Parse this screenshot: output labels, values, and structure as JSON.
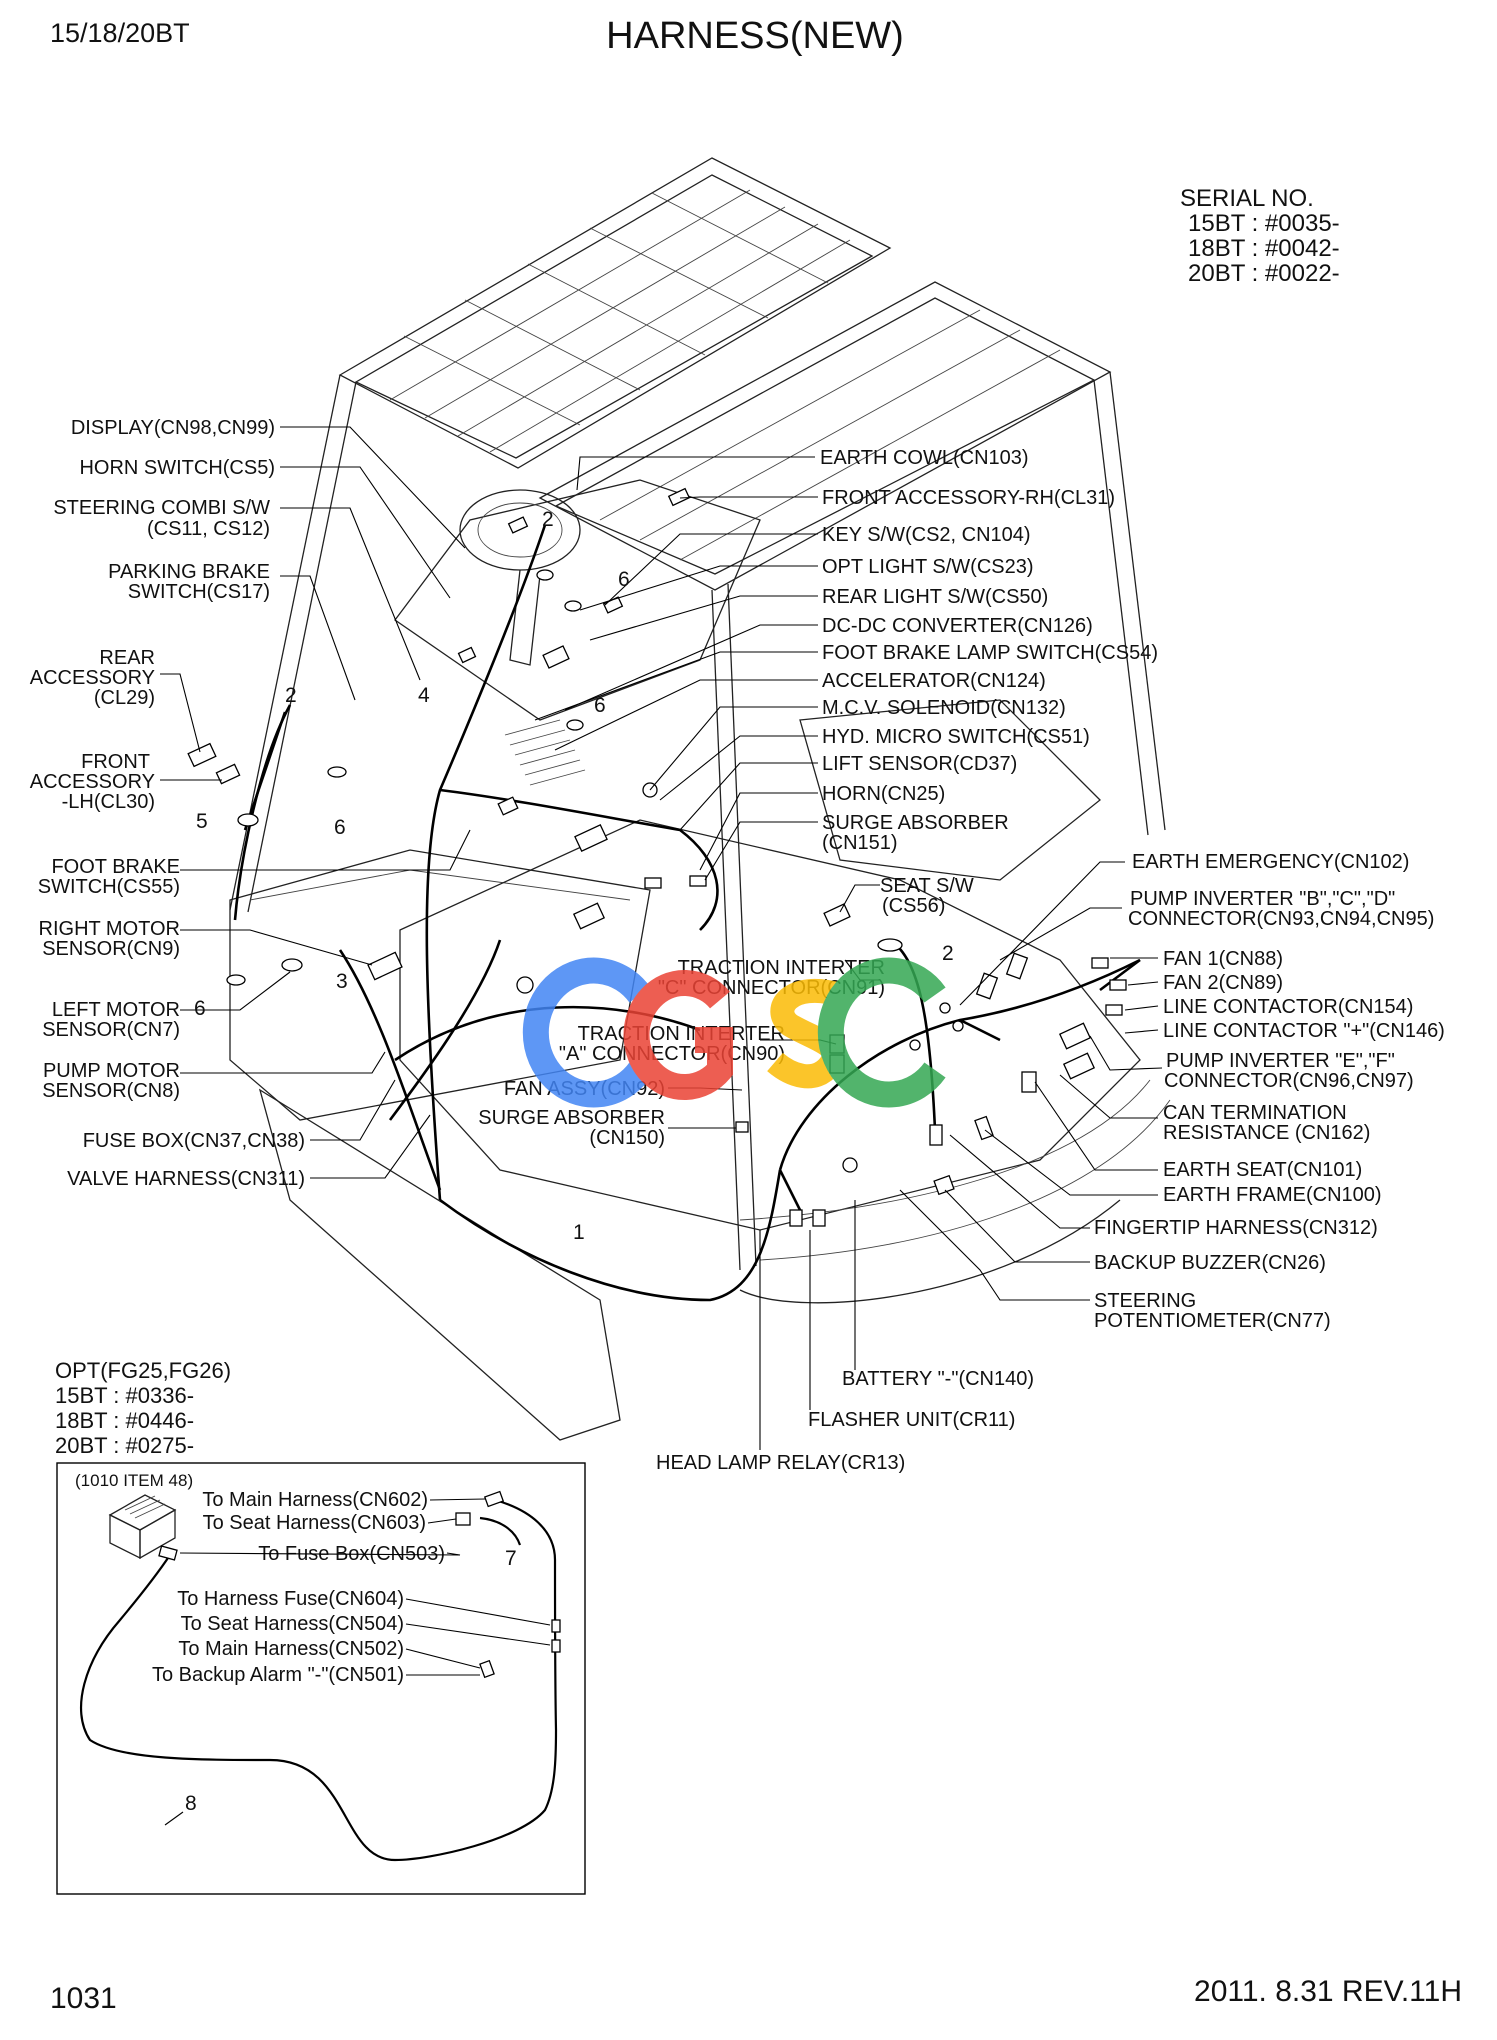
{
  "header": {
    "model": "15/18/20BT",
    "title": "HARNESS(NEW)"
  },
  "serial": {
    "heading": "SERIAL NO.",
    "lines": [
      "15BT : #0035-",
      "18BT : #0042-",
      "20BT : #0022-"
    ]
  },
  "labels_left": [
    [
      "DISPLAY(CN98,CN99)"
    ],
    [
      "HORN SWITCH(CS5)"
    ],
    [
      "STEERING COMBI S/W",
      "(CS11, CS12)"
    ],
    [
      "PARKING BRAKE",
      "SWITCH(CS17)"
    ],
    [
      "REAR",
      "ACCESSORY",
      "(CL29)"
    ],
    [
      "FRONT",
      "ACCESSORY",
      "-LH(CL30)"
    ],
    [
      "FOOT BRAKE",
      "SWITCH(CS55)"
    ],
    [
      "RIGHT MOTOR",
      "SENSOR(CN9)"
    ],
    [
      "LEFT MOTOR",
      "SENSOR(CN7)"
    ],
    [
      "PUMP MOTOR",
      "SENSOR(CN8)"
    ],
    [
      "FUSE BOX(CN37,CN38)"
    ],
    [
      "VALVE HARNESS(CN311)"
    ]
  ],
  "labels_right": [
    [
      "EARTH COWL(CN103)"
    ],
    [
      "FRONT ACCESSORY-RH(CL31)"
    ],
    [
      "KEY S/W(CS2, CN104)"
    ],
    [
      "OPT LIGHT S/W(CS23)"
    ],
    [
      "REAR LIGHT S/W(CS50)"
    ],
    [
      "DC-DC CONVERTER(CN126)"
    ],
    [
      "FOOT BRAKE LAMP SWITCH(CS54)"
    ],
    [
      "ACCELERATOR(CN124)"
    ],
    [
      "M.C.V. SOLENOID(CN132)"
    ],
    [
      "HYD. MICRO SWITCH(CS51)"
    ],
    [
      "LIFT SENSOR(CD37)"
    ],
    [
      "HORN(CN25)"
    ],
    [
      "SURGE ABSORBER",
      "(CN151)"
    ]
  ],
  "labels_far_right": [
    [
      "EARTH EMERGENCY(CN102)"
    ],
    [
      "PUMP INVERTER \"B\",\"C\",\"D\"",
      "CONNECTOR(CN93,CN94,CN95)"
    ],
    [
      "FAN 1(CN88)"
    ],
    [
      "FAN 2(CN89)"
    ],
    [
      "LINE CONTACTOR(CN154)"
    ],
    [
      "LINE CONTACTOR \"+\"(CN146)"
    ],
    [
      "PUMP INVERTER \"E\",\"F\"",
      "CONNECTOR(CN96,CN97)"
    ],
    [
      "CAN TERMINATION",
      "RESISTANCE (CN162)"
    ],
    [
      "EARTH SEAT(CN101)"
    ],
    [
      "EARTH FRAME(CN100)"
    ],
    [
      "FINGERTIP HARNESS(CN312)"
    ],
    [
      "BACKUP BUZZER(CN26)"
    ],
    [
      "STEERING",
      "POTENTIOMETER(CN77)"
    ]
  ],
  "labels_center": [
    [
      "SEAT S/W",
      "(CS56)"
    ],
    [
      "TRACTION INTERTER",
      "\"C\" CONNECTOR(CN91)"
    ],
    [
      "TRACTION INTERTER",
      "\"A\" CONNECTOR(CN90)"
    ],
    [
      "FAN ASSY(CN92)"
    ],
    [
      "SURGE ABSORBER",
      "(CN150)"
    ]
  ],
  "labels_bottom": [
    [
      "BATTERY \"-\"(CN140)"
    ],
    [
      "FLASHER UNIT(CR11)"
    ],
    [
      "HEAD LAMP RELAY(CR13)"
    ]
  ],
  "part_numbers": [
    "2",
    "6",
    "4",
    "6",
    "2",
    "5",
    "6",
    "3",
    "6",
    "2",
    "1"
  ],
  "option": {
    "lines": [
      "OPT(FG25,FG26)",
      "15BT : #0336-",
      "18BT : #0446-",
      "20BT : #0275-"
    ],
    "item": "(1010 ITEM 48)",
    "labels": [
      "To Main Harness(CN602)",
      "To Seat Harness(CN603)",
      "To Fuse Box(CN503)",
      "To Harness Fuse(CN604)",
      "To Seat Harness(CN504)",
      "To Main Harness(CN502)",
      "To Backup Alarm \"-\"(CN501)"
    ],
    "part_numbers": [
      "7",
      "8"
    ]
  },
  "footer": {
    "page": "1031",
    "date": "2011. 8.31  REV.11H"
  },
  "colors": {
    "line": "#000000",
    "watermark_blue": "#4285f4",
    "watermark_red": "#ea4335",
    "watermark_yellow": "#fbbc05",
    "watermark_green": "#34a853"
  }
}
